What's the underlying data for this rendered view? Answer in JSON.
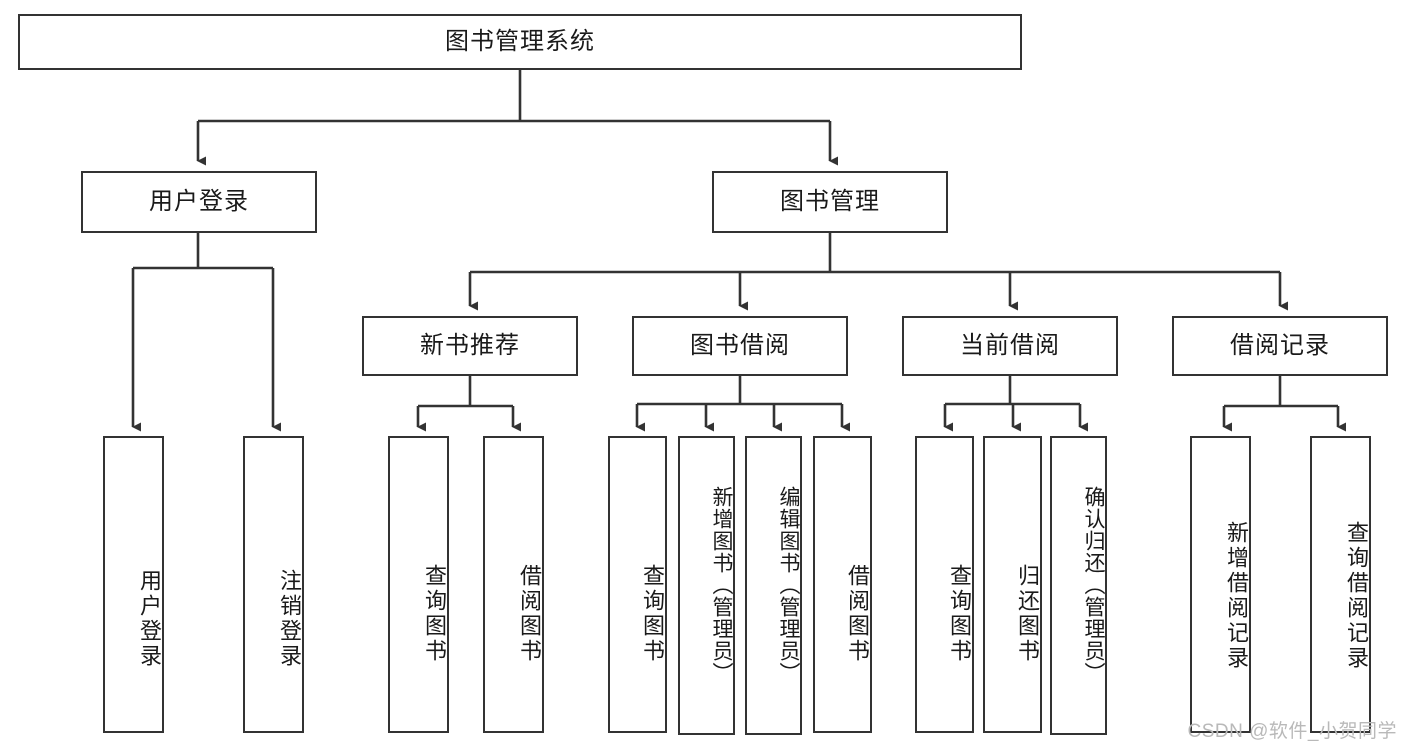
{
  "diagram": {
    "title_node": {
      "label": "图书管理系统"
    },
    "level2": [
      {
        "id": "user-login",
        "label": "用户登录"
      },
      {
        "id": "book-management",
        "label": "图书管理"
      }
    ],
    "level3": [
      {
        "id": "new-book-recommend",
        "label": "新书推荐"
      },
      {
        "id": "book-borrow",
        "label": "图书借阅"
      },
      {
        "id": "current-borrow",
        "label": "当前借阅"
      },
      {
        "id": "borrow-record",
        "label": "借阅记录"
      }
    ],
    "leaves": {
      "user_login": [
        {
          "id": "leaf-user-login",
          "label": "用户登录"
        },
        {
          "id": "leaf-logout",
          "label": "注销登录"
        }
      ],
      "new_book_recommend": [
        {
          "id": "leaf-query-book-1",
          "label": "查询图书"
        },
        {
          "id": "leaf-borrow-book-1",
          "label": "借阅图书"
        }
      ],
      "book_borrow": [
        {
          "id": "leaf-query-book-2",
          "label": "查询图书"
        },
        {
          "id": "leaf-add-book",
          "label": "新增图书（管理员）"
        },
        {
          "id": "leaf-edit-book",
          "label": "编辑图书（管理员）"
        },
        {
          "id": "leaf-borrow-book-2",
          "label": "借阅图书"
        }
      ],
      "current_borrow": [
        {
          "id": "leaf-query-book-3",
          "label": "查询图书"
        },
        {
          "id": "leaf-return-book",
          "label": "归还图书"
        },
        {
          "id": "leaf-confirm-return",
          "label": "确认归还（管理员）"
        }
      ],
      "borrow_record": [
        {
          "id": "leaf-add-record",
          "label": "新增借阅记录"
        },
        {
          "id": "leaf-query-record",
          "label": "查询借阅记录"
        }
      ]
    }
  },
  "watermark": {
    "text": "CSDN @软件_小贺同学"
  },
  "colors": {
    "stroke": "#333333",
    "background": "#ffffff",
    "text": "#1a1a1a",
    "watermark": "#b9b9b9"
  }
}
